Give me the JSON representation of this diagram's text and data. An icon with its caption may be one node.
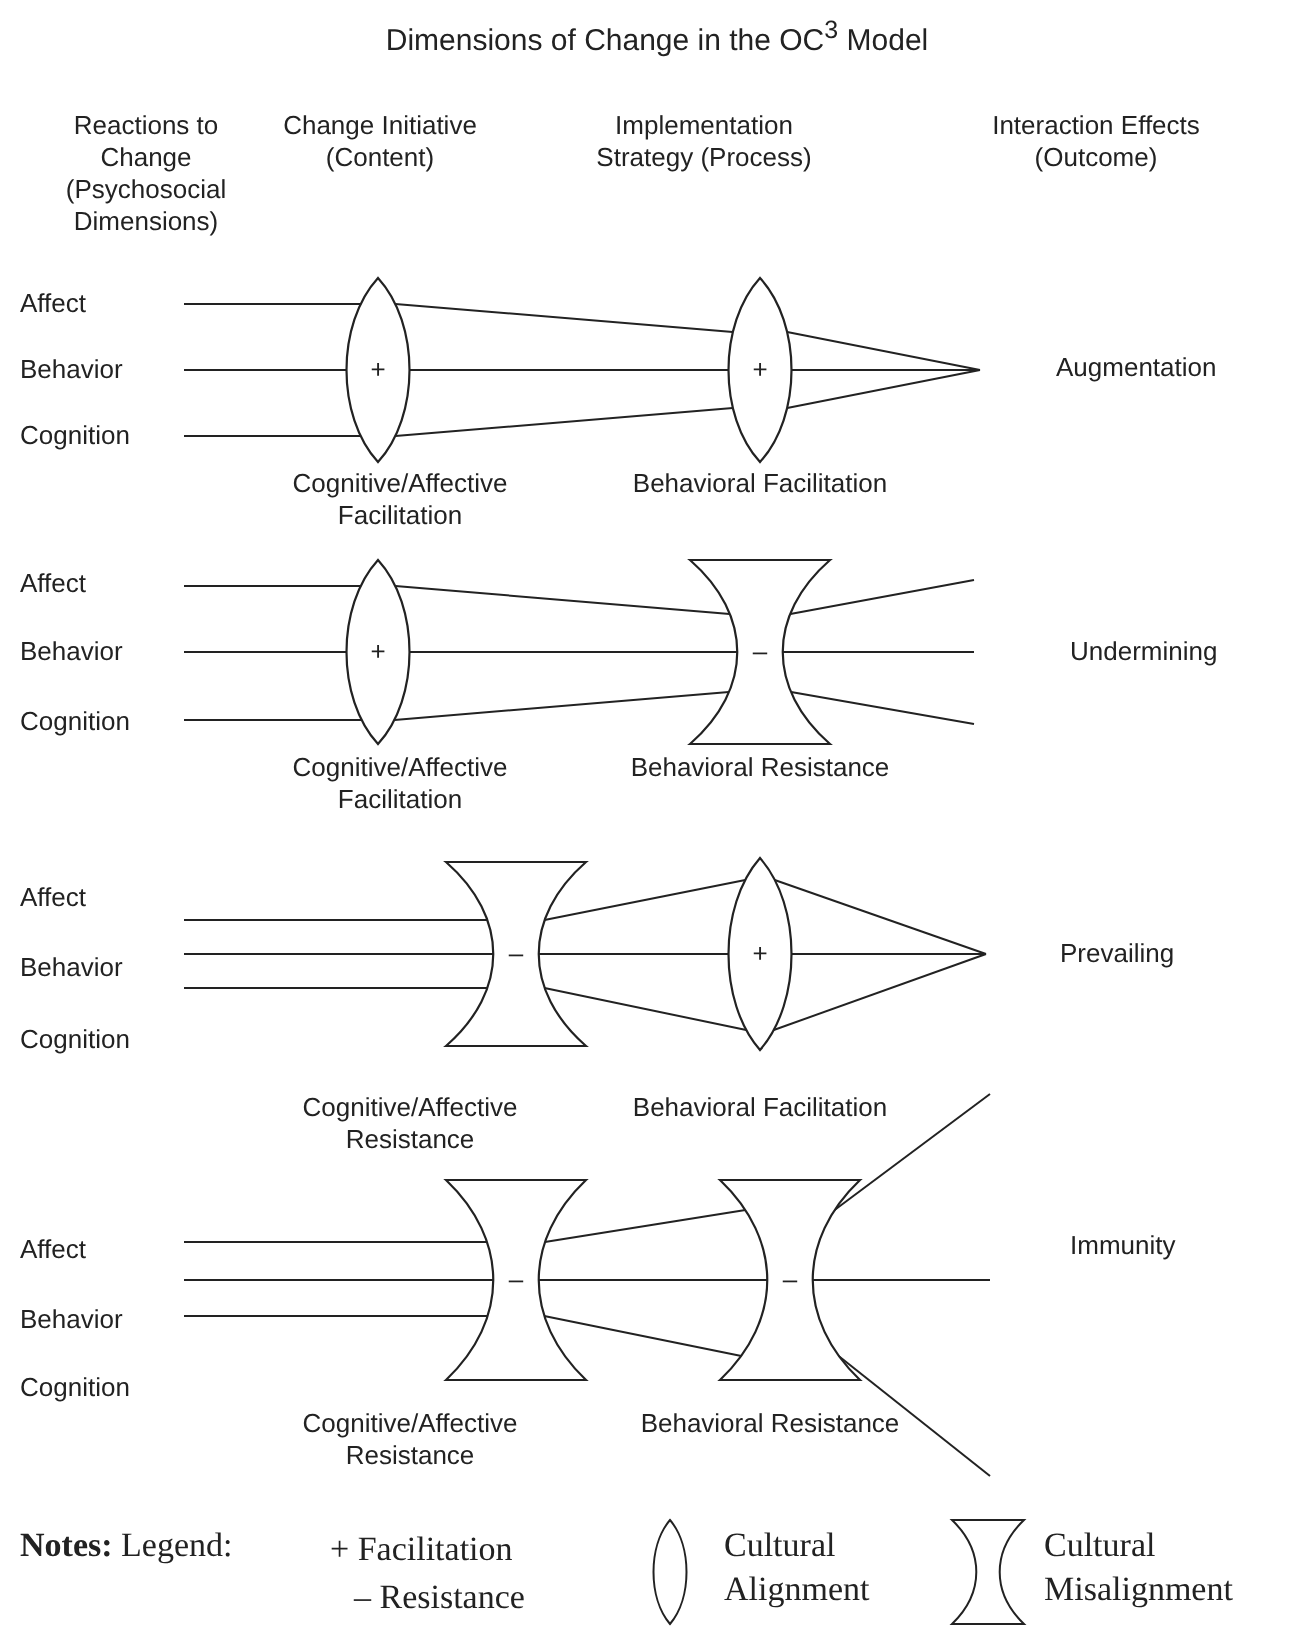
{
  "diagram": {
    "title": "Dimensions of Change in the OC$^{3}$ Model",
    "nodes": [
      {
        "text": [
          "+"
        ],
        "beside": [
          "Cognitive/Affective Facilitation"
        ]
      },
      {
        "text": [
          "+"
        ],
        "beside": [
          "Behavioral Facilitation"
        ]
      },
      {
        "text": [
          "+"
        ],
        "beside": [
          "Cognitive/Affective Facilitation"
        ]
      },
      {
        "text": [
          "–"
        ],
        "beside": [
          "Behavioral Resistance"
        ]
      },
      {
        "text": [
          "–"
        ],
        "beside": [
          "Cognitive/Affective Resistance"
        ]
      },
      {
        "text": [
          "+"
        ],
        "beside": [
          "Behavioral Facilitation"
        ]
      },
      {
        "text": [
          "–"
        ],
        "beside": [
          "Cognitive/Affective Resistance"
        ]
      },
      {
        "text": [
          "–"
        ],
        "beside": [
          "Behavioral Resistance"
        ]
      }
    ],
    "edges": [
      {
        "from": 0,
        "to": 1,
        "arrow": "none"
      },
      {
        "from": 0,
        "to": 1,
        "arrow": "none"
      },
      {
        "from": 0,
        "to": 1,
        "arrow": "none"
      },
      {
        "from": 2,
        "to": 3,
        "arrow": "none"
      },
      {
        "from": 2,
        "to": 3,
        "arrow": "none"
      },
      {
        "from": 2,
        "to": 3,
        "arrow": "none"
      },
      {
        "from": 4,
        "to": 5,
        "arrow": "none"
      },
      {
        "from": 4,
        "to": 5,
        "arrow": "none"
      },
      {
        "from": 4,
        "to": 5,
        "arrow": "none"
      },
      {
        "from": 6,
        "to": 7,
        "arrow": "none"
      },
      {
        "from": 6,
        "to": 7,
        "arrow": "none"
      },
      {
        "from": 6,
        "to": 7,
        "arrow": "none"
      }
    ],
    "labels": [
      "Reactions to Change (Psychosocial Dimensions)",
      "Change Initiative (Content)",
      "Implementation Strategy (Process)",
      "Interaction Effects (Outcome)",
      "Affect",
      "Behavior",
      "Cognition",
      "Augmentation",
      "Affect",
      "Behavior",
      "Cognition",
      "Undermining",
      "Affect",
      "Behavior",
      "Cognition",
      "Prevailing",
      "Affect",
      "Behavior",
      "Cognition",
      "Immunity",
      "**Notes:** Legend:"
    ],
    "legend": [
      {
        "text": "+ Facilitation"
      },
      {
        "text": "– Resistance"
      },
      {
        "text": "Cultural Alignment"
      },
      {
        "text": "Cultural Misalignment"
      }
    ]
  }
}
